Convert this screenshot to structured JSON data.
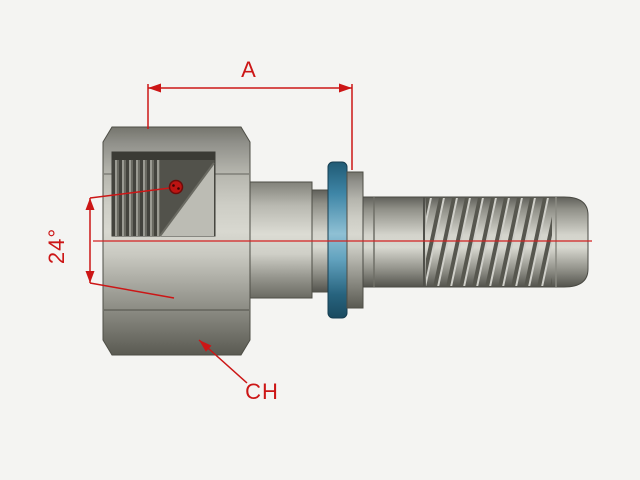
{
  "diagram": {
    "labels": {
      "dim_a": "A",
      "cone_angle": "24°",
      "wrench_size": "CH"
    },
    "colors": {
      "annotation_red": "#cc1616",
      "centerline_red": "#d42222",
      "background": "#f4f4f2",
      "seal_blue": "#3d7fa0",
      "metal_light": "#d6d6ce",
      "metal_mid": "#a3a39b",
      "metal_dark": "#5c5c54"
    }
  }
}
